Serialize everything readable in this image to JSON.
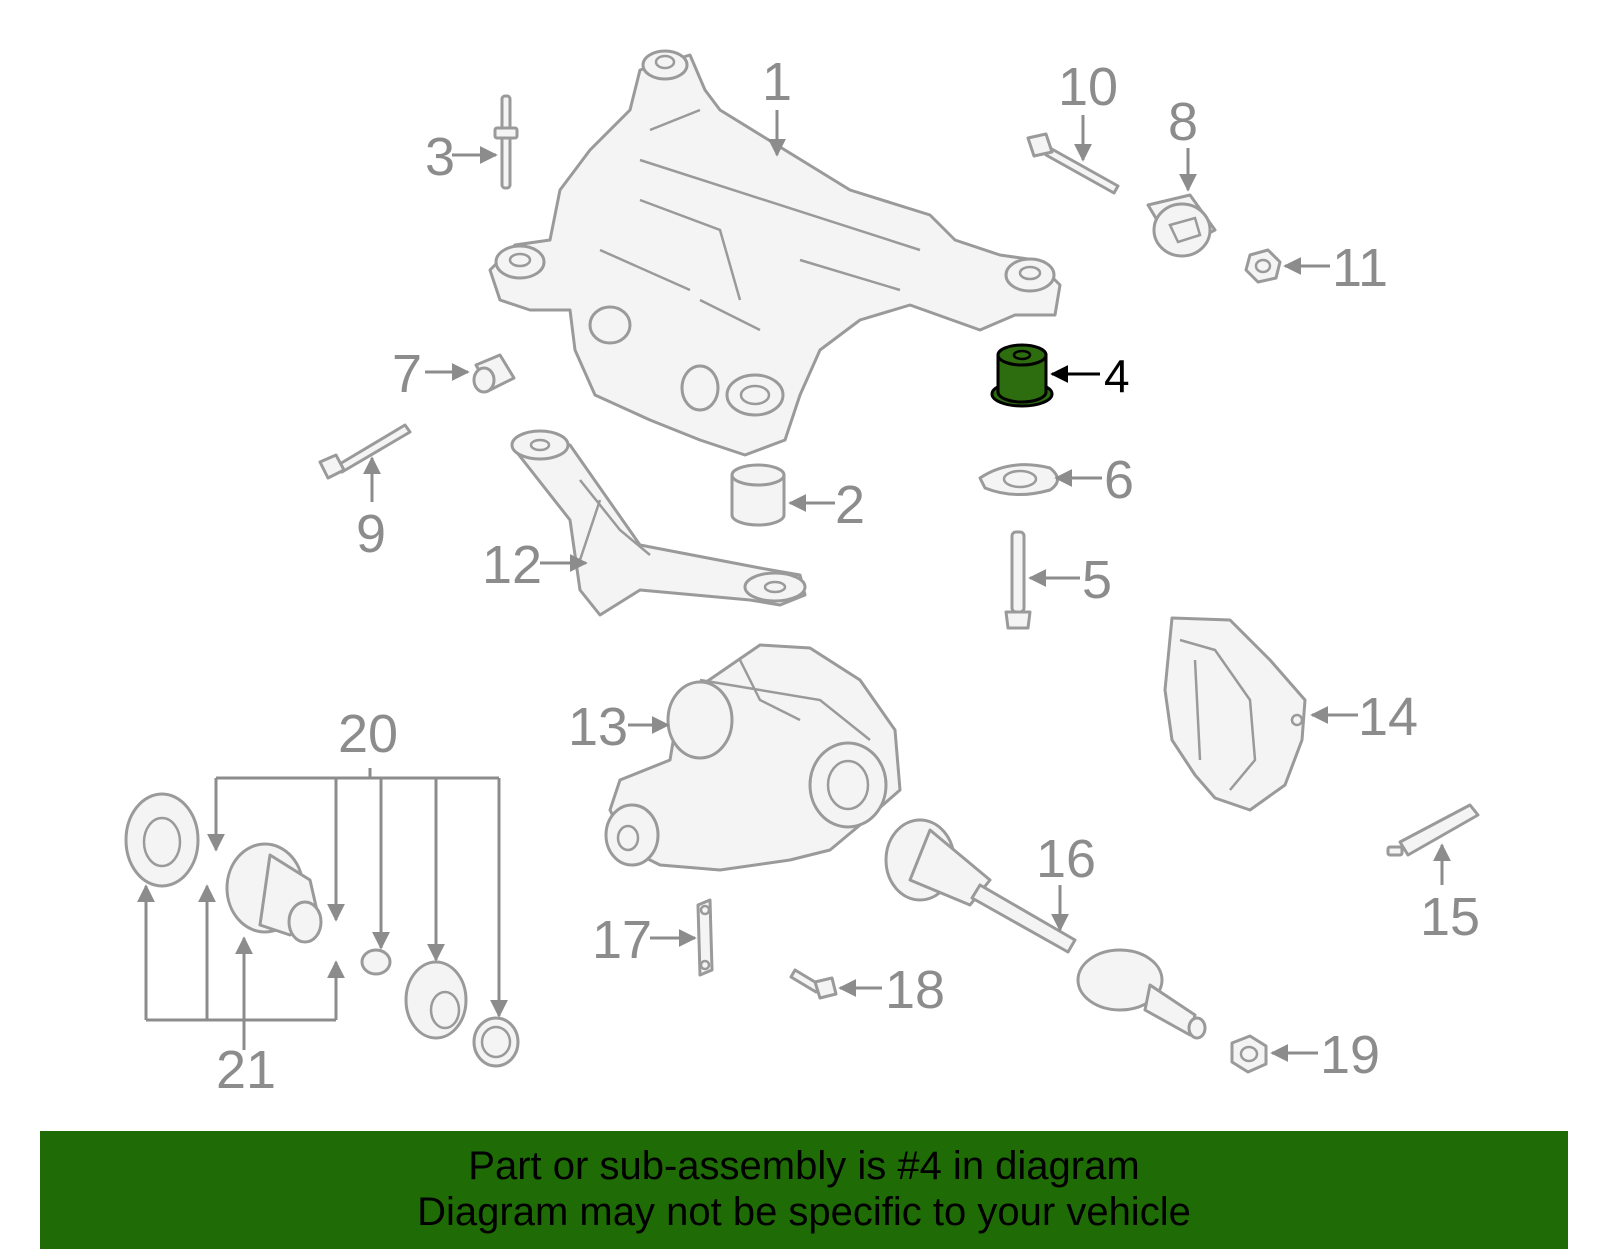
{
  "callouts": {
    "c1": "1",
    "c2": "2",
    "c3": "3",
    "c4": "4",
    "c5": "5",
    "c6": "6",
    "c7": "7",
    "c8": "8",
    "c9": "9",
    "c10": "10",
    "c11": "11",
    "c12": "12",
    "c13": "13",
    "c14": "14",
    "c15": "15",
    "c16": "16",
    "c17": "17",
    "c18": "18",
    "c19": "19",
    "c20": "20",
    "c21": "21"
  },
  "highlighted_part": "4",
  "colors": {
    "highlight": "#2d6d0f",
    "banner": "#1f6b06",
    "line_gray": "#9a9a9a"
  },
  "banner": {
    "line1": "Part or sub-assembly is #4 in diagram",
    "line2": "Diagram may not be specific to your vehicle"
  }
}
